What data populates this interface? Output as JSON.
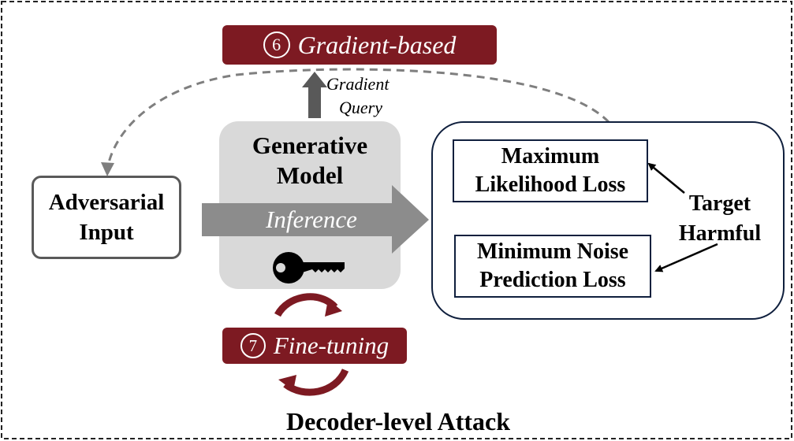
{
  "gradient_based": {
    "number": "6",
    "label": "Gradient-based"
  },
  "fine_tuning": {
    "number": "7",
    "label": "Fine-tuning"
  },
  "gradient_query": {
    "line1": "Gradient",
    "line2": "Query"
  },
  "generative_model": {
    "line1": "Generative",
    "line2": "Model",
    "inference": "Inference"
  },
  "adversarial_input": {
    "line1": "Adversarial",
    "line2": "Input"
  },
  "losses": {
    "mle": {
      "line1": "Maximum",
      "line2": "Likelihood Loss"
    },
    "mnp": {
      "line1": "Minimum Noise",
      "line2": "Prediction Loss"
    }
  },
  "target_harmful": {
    "line1": "Target",
    "line2": "Harmful"
  },
  "caption": "Decoder-level Attack",
  "icons": [
    "key-icon",
    "cycle-arrows-icon"
  ],
  "colors": {
    "banner": "#7d1a22",
    "model_box": "#d9d9d9",
    "inference_arrow": "#8c8c8c",
    "loss_border": "#0f1f3d",
    "dashed": "#7f7f7f"
  }
}
